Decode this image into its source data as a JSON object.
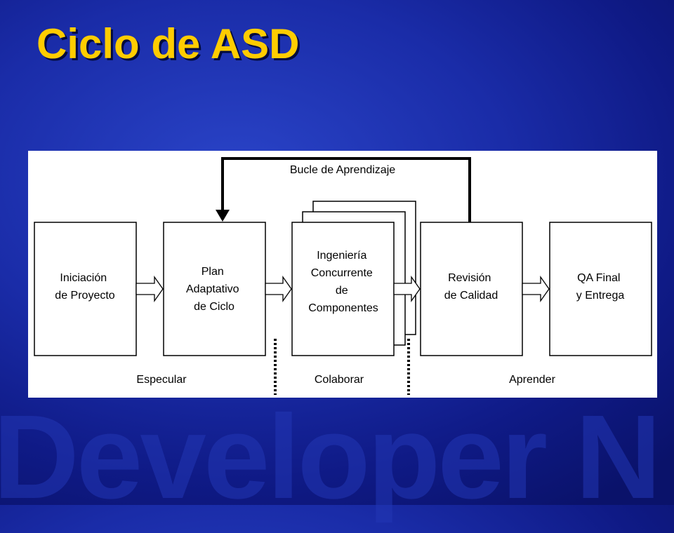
{
  "slide": {
    "title": "Ciclo de ASD",
    "watermark": "Developer N"
  },
  "diagram": {
    "loop_label": "Bucle de Aprendizaje",
    "boxes": [
      {
        "id": "iniciacion",
        "lines": [
          "Iniciación",
          "de Proyecto"
        ]
      },
      {
        "id": "plan",
        "lines": [
          "Plan",
          "Adaptativo",
          "de Ciclo"
        ]
      },
      {
        "id": "ingenieria",
        "lines": [
          "Ingeniería",
          "Concurrente",
          "de",
          "Componentes"
        ]
      },
      {
        "id": "revision",
        "lines": [
          "Revisión",
          "de Calidad"
        ]
      },
      {
        "id": "qa",
        "lines": [
          "QA Final",
          "y Entrega"
        ]
      }
    ],
    "phases": [
      "Especular",
      "Colaborar",
      "Aprender"
    ]
  },
  "colors": {
    "title": "#ffcc00",
    "background": "#1a2ca8",
    "panel": "#ffffff"
  }
}
